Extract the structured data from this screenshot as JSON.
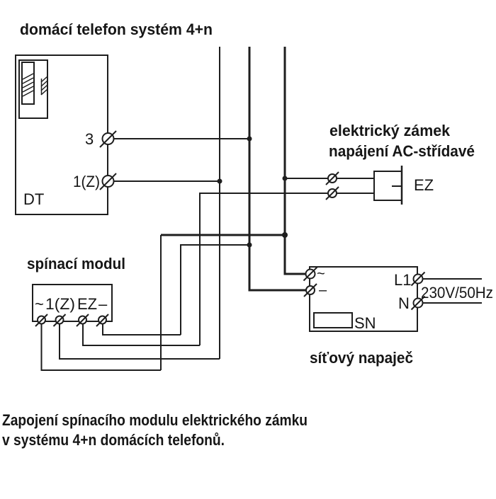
{
  "colors": {
    "ink": "#1e1e1e",
    "background": "#ffffff"
  },
  "header": {
    "title": "domácí telefon systém 4+n"
  },
  "door_phone": {
    "label": "DT",
    "terminals": [
      "3",
      "1(Z)"
    ]
  },
  "electric_lock": {
    "title_line1": "elektrický zámek",
    "title_line2": "napájení AC-střídavé",
    "label": "EZ"
  },
  "switch_module": {
    "title": "spínací modul",
    "terminals": [
      "~",
      "1(Z)",
      "EZ",
      "–"
    ]
  },
  "power_supply": {
    "title": "síťový napaječ",
    "label": "SN",
    "input_terminals": [
      "~",
      "–"
    ],
    "output_terminals": [
      "L1",
      "N"
    ],
    "mains_rating": "230V/50Hz"
  },
  "caption": {
    "line1": "Zapojení spínacího modulu elektrického zámku",
    "line2": "v systému 4+n domácích telefonů."
  }
}
